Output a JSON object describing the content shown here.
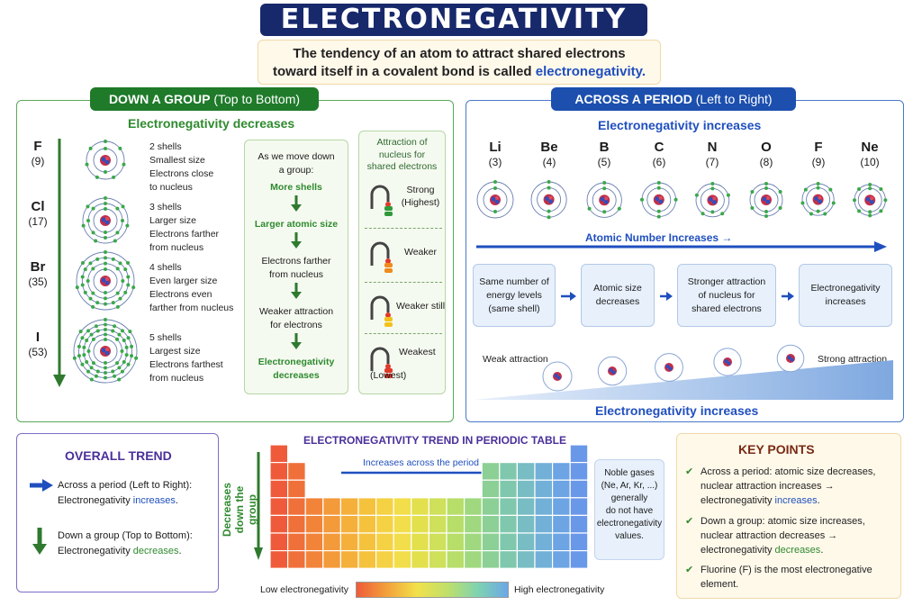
{
  "title": "ELECTRONEGATIVITY",
  "definition": {
    "line1": "The tendency of an atom to attract shared electrons",
    "line2_pre": "toward itself in a covalent bond is called ",
    "line2_highlight": "electronegativity."
  },
  "group": {
    "pill_bold": "DOWN A GROUP",
    "pill_thin": " (Top to Bottom)",
    "subtitle": "Electronegativity decreases",
    "elements": [
      {
        "symbol": "F",
        "number": "(9)",
        "shells": 2,
        "lines": [
          "2 shells",
          "Smallest size",
          "Electrons close",
          "to nucleus"
        ]
      },
      {
        "symbol": "Cl",
        "number": "(17)",
        "shells": 3,
        "lines": [
          "3 shells",
          "Larger size",
          "Electrons farther",
          "from nucleus"
        ]
      },
      {
        "symbol": "Br",
        "number": "(35)",
        "shells": 4,
        "lines": [
          "4 shells",
          "Even larger size",
          "Electrons even",
          "farther from nucleus"
        ]
      },
      {
        "symbol": "I",
        "number": "(53)",
        "shells": 5,
        "lines": [
          "5 shells",
          "Largest size",
          "Electrons farthest",
          "from nucleus"
        ]
      }
    ],
    "flow": {
      "intro": [
        "As we move down",
        "a group:"
      ],
      "steps": [
        [
          "More shells"
        ],
        [
          "Larger atomic size"
        ],
        [
          "Electrons farther",
          "from nucleus"
        ],
        [
          "Weaker attraction",
          "for electrons"
        ],
        [
          "Electronegativity",
          "decreases"
        ]
      ]
    },
    "attraction": {
      "title": [
        "Attraction of",
        "nucleus for",
        "shared electrons"
      ],
      "levels": [
        {
          "label": [
            "Strong",
            "(Highest)"
          ],
          "color": "#2e9a3a"
        },
        {
          "label": [
            "Weaker"
          ],
          "color": "#f08a1c"
        },
        {
          "label": [
            "Weaker still"
          ],
          "color": "#f2c21a"
        },
        {
          "label": [
            "Weakest",
            "(Lowest)"
          ],
          "color": "#e03a2a"
        }
      ]
    }
  },
  "period": {
    "pill_bold": "ACROSS A PERIOD",
    "pill_thin": " (Left to Right)",
    "subtitle": "Electronegativity increases",
    "elements": [
      {
        "symbol": "Li",
        "number": "(3)"
      },
      {
        "symbol": "Be",
        "number": "(4)"
      },
      {
        "symbol": "B",
        "number": "(5)"
      },
      {
        "symbol": "C",
        "number": "(6)"
      },
      {
        "symbol": "N",
        "number": "(7)"
      },
      {
        "symbol": "O",
        "number": "(8)"
      },
      {
        "symbol": "F",
        "number": "(9)"
      },
      {
        "symbol": "Ne",
        "number": "(10)"
      }
    ],
    "atomic_number_label": "Atomic Number Increases →",
    "steps": [
      [
        "Same number of",
        "energy levels",
        "(same shell)"
      ],
      [
        "Atomic size",
        "decreases"
      ],
      [
        "Stronger attraction",
        "of nucleus for",
        "shared electrons"
      ],
      [
        "Electronegativity",
        "increases"
      ]
    ],
    "weak_label": "Weak attraction",
    "strong_label": "Strong attraction",
    "bottom_label": "Electronegativity increases"
  },
  "overall": {
    "title": "OVERALL TREND",
    "across_line1": "Across a period (Left to Right):",
    "across_pre": "Electronegativity ",
    "across_hl": "increases",
    "down_line1": "Down a group (Top to Bottom):",
    "down_pre": "Electronegativity ",
    "down_hl": "decreases",
    "period_char": "."
  },
  "table": {
    "title": "ELECTRONEGATIVITY TREND IN PERIODIC TABLE",
    "across_label": "Increases across the period",
    "down_label_1": "Decreases",
    "down_label_2": "down the group",
    "low_label": "Low electronegativity",
    "high_label": "High electronegativity",
    "noble": [
      "Noble gases",
      "(Ne, Ar, Kr, ...)",
      "generally",
      "do not have",
      "electronegativity",
      "values."
    ]
  },
  "key_points": {
    "title": "KEY POINTS",
    "p1": [
      "Across a period: atomic size decreases,",
      "nuclear attraction increases →"
    ],
    "p1_pre": "electronegativity ",
    "p1_hl": "increases",
    "p2": [
      "Down a group: atomic size increases,",
      "nuclear attraction decreases →"
    ],
    "p2_pre": "electronegativity ",
    "p2_hl": "decreases",
    "p3": [
      "Fluorine (F) is the most electronegative",
      "element."
    ],
    "check": "✔",
    "dot": "."
  },
  "colors": {
    "green": "#2f8a2f",
    "blue": "#1f4fbf",
    "navy": "#17296b"
  }
}
